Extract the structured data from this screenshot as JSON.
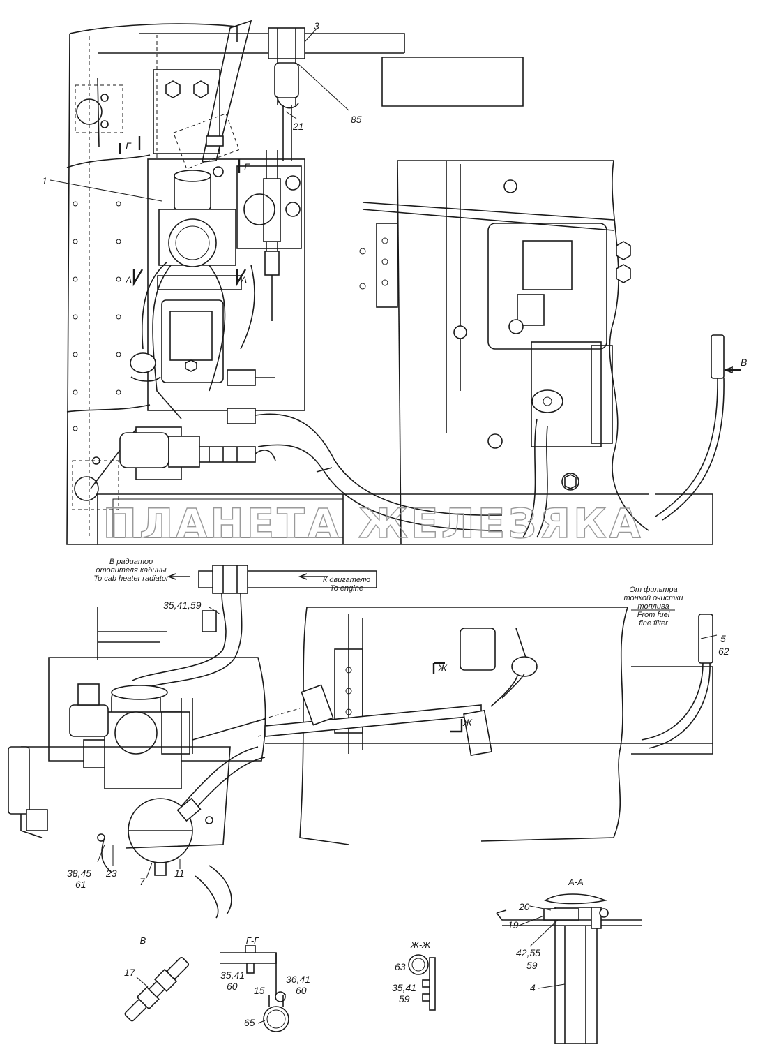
{
  "callouts": {
    "c3": "3",
    "c85": "85",
    "c21": "21",
    "c1": "1",
    "cG1": "Г",
    "cG2": "Г",
    "cA1": "А",
    "cA2": "А",
    "cB": "В",
    "c35_41_59": "35,41,59",
    "c5": "5",
    "c62": "62",
    "cZh1": "Ж",
    "cZh2": "Ж",
    "c38_45": "38,45",
    "c61": "61",
    "c23": "23",
    "c7": "7",
    "c11": "11"
  },
  "annotations": {
    "to_radiator_ru": "В радиатор",
    "to_radiator_ru2": "отопителя кабины",
    "to_radiator_en": "To cab heater radiator",
    "to_engine_ru": "К двигателю",
    "to_engine_en": "To engine",
    "from_filter_ru1": "От фильтра",
    "from_filter_ru2": "тонкой очистки",
    "from_filter_ru3": "топлива",
    "from_filter_en1": "From fuel",
    "from_filter_en2": "fine filter"
  },
  "sections": {
    "view_b": {
      "title": "В",
      "parts": [
        "17"
      ]
    },
    "section_gg": {
      "title": "Г-Г",
      "parts": [
        "35,41",
        "60",
        "15",
        "36,41",
        "60",
        "65"
      ]
    },
    "section_zhzh": {
      "title": "Ж-Ж",
      "parts": [
        "63",
        "35,41",
        "59"
      ]
    },
    "section_aa": {
      "title": "А-А",
      "parts": [
        "20",
        "19",
        "42,55",
        "59",
        "4"
      ]
    }
  },
  "watermark": "ПЛАНЕТА ЖЕЛЕЗЯКА"
}
